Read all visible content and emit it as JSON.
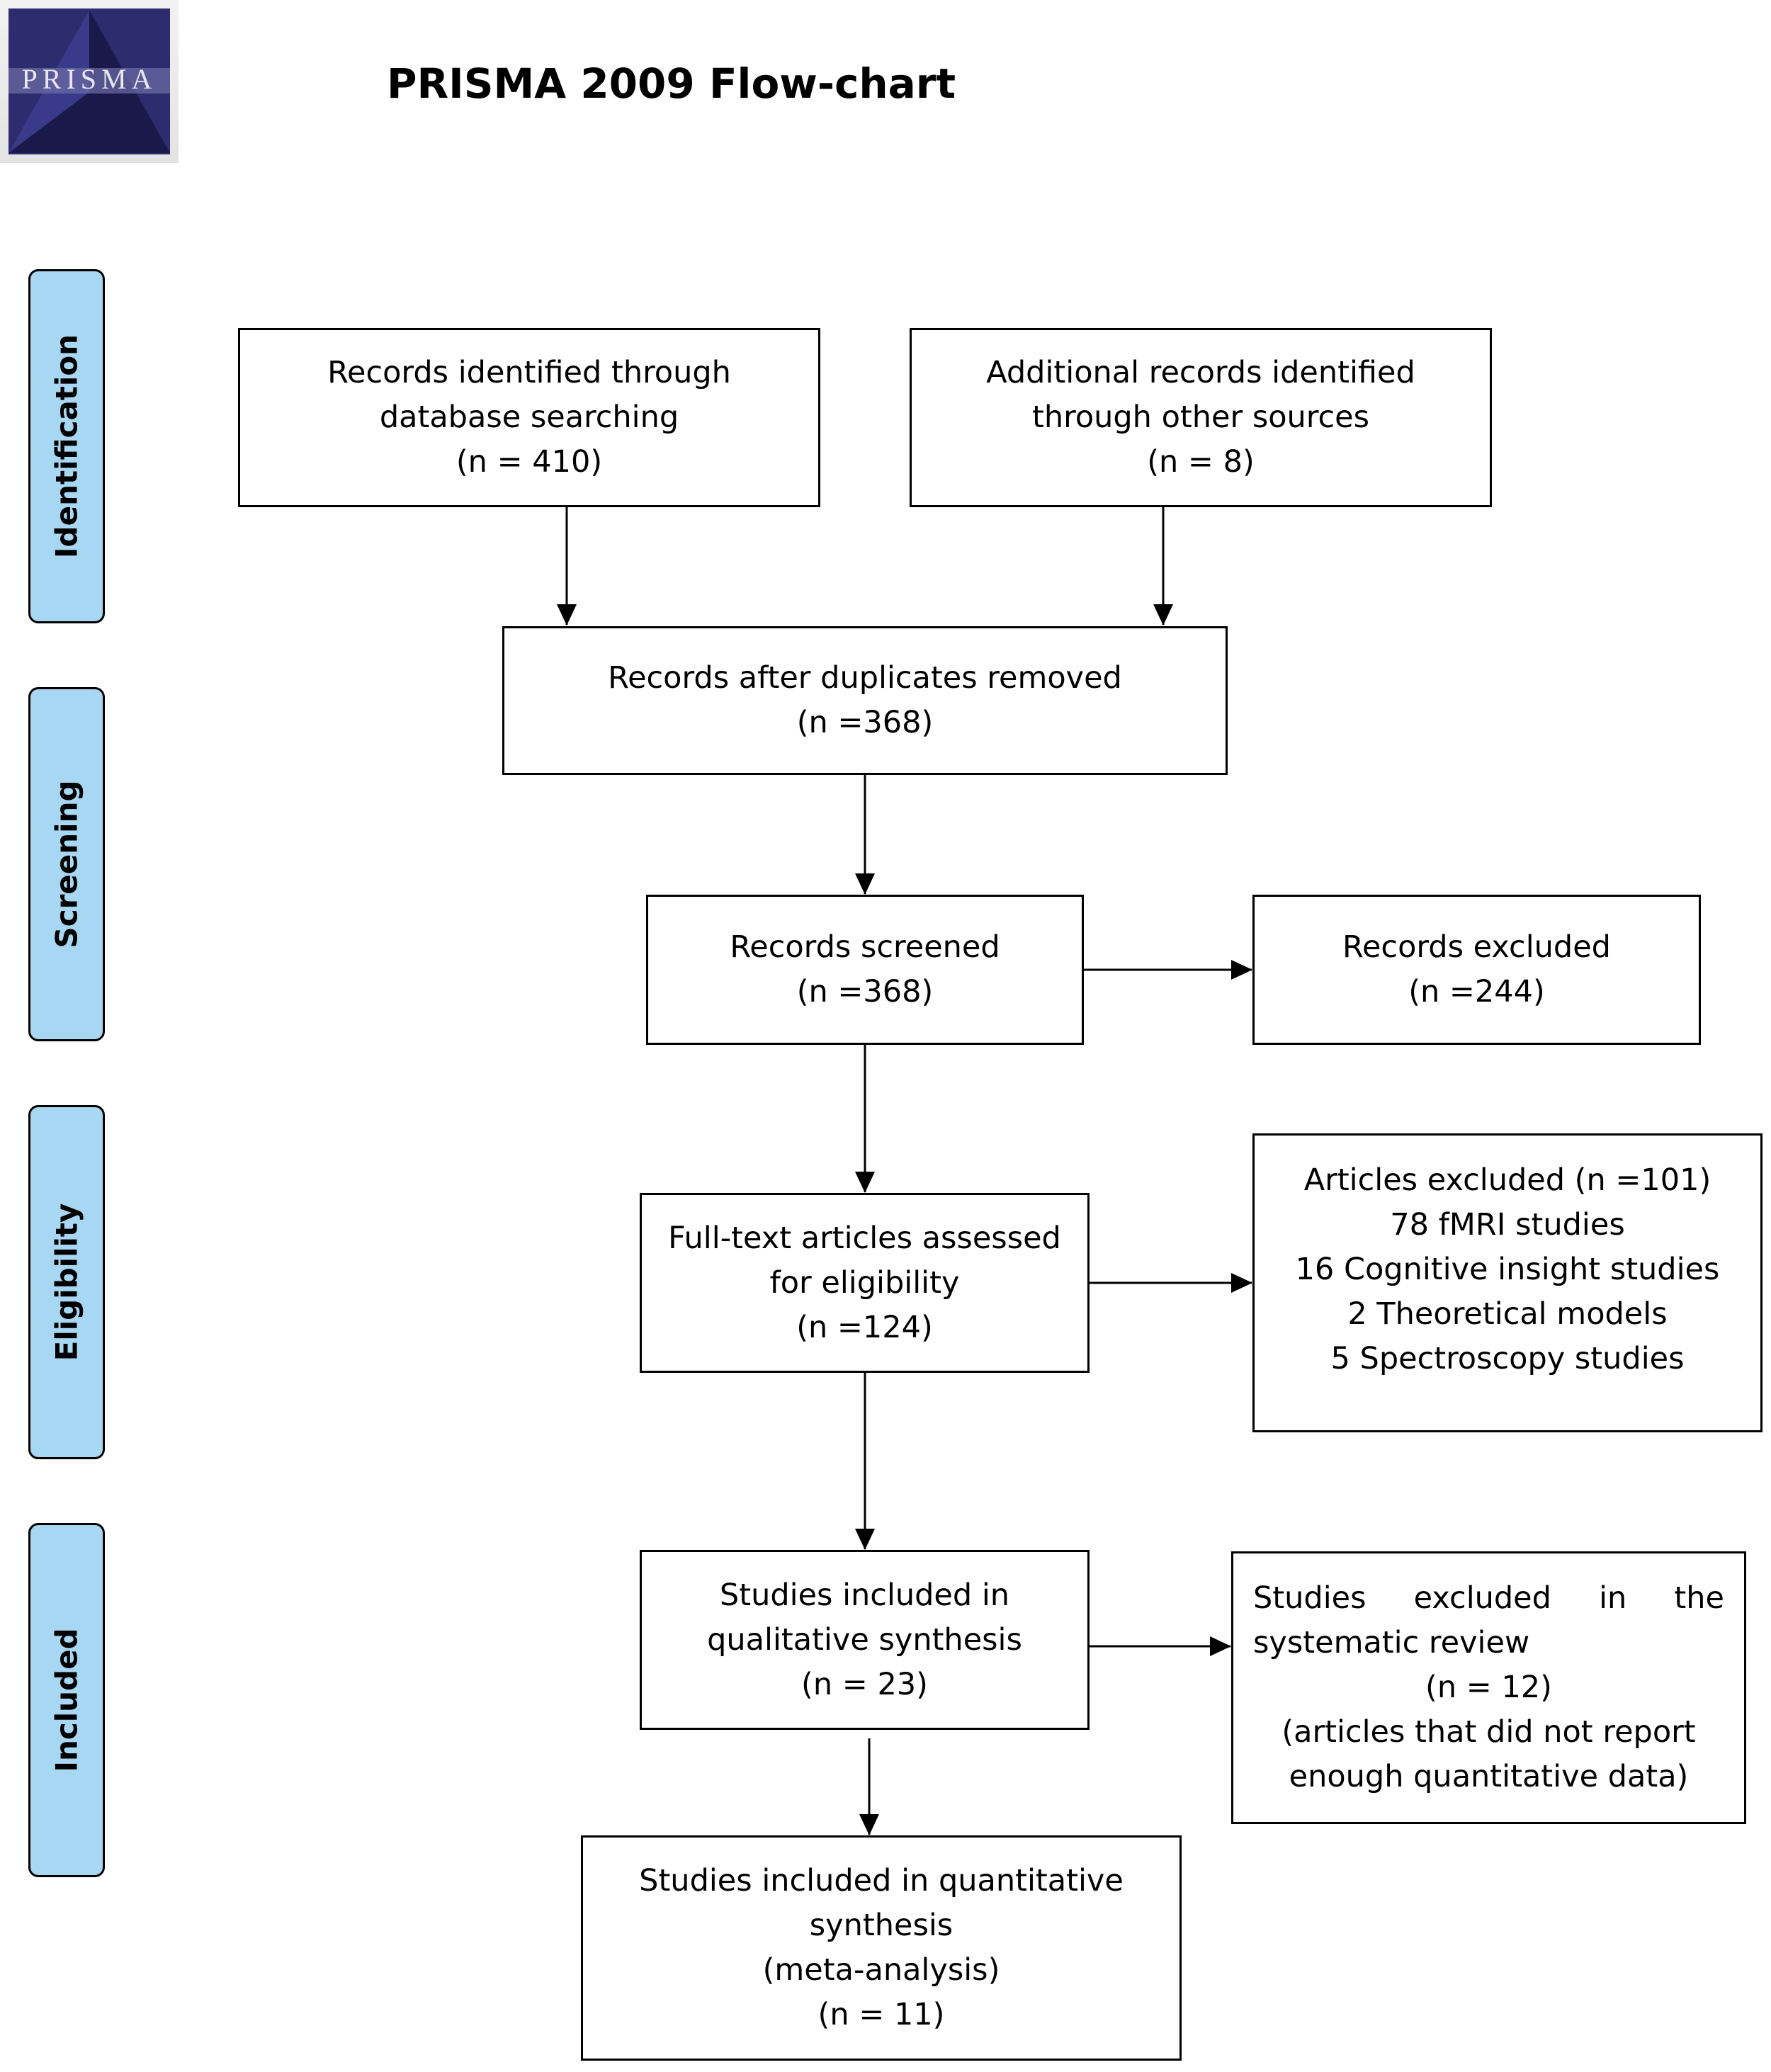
{
  "header": {
    "logo_text": "PRISMA",
    "title": "PRISMA 2009 Flow-chart"
  },
  "stages": {
    "identification": "Identification",
    "screening": "Screening",
    "eligibility": "Eligibility",
    "included": "Included"
  },
  "boxes": {
    "database": {
      "line1": "Records identified through",
      "line2": "database searching",
      "line3": "(n = 410)"
    },
    "other": {
      "line1": "Additional records identified",
      "line2": "through other sources",
      "line3": "(n = 8)"
    },
    "duplicates": {
      "line1": "Records after duplicates removed",
      "line2": "(n =368)"
    },
    "screened": {
      "line1": "Records screened",
      "line2": "(n =368)"
    },
    "excluded": {
      "line1": "Records excluded",
      "line2": "(n =244)"
    },
    "fulltext": {
      "line1": "Full-text articles assessed",
      "line2": "for eligibility",
      "line3": "(n =124)"
    },
    "articles_excluded": {
      "line1": "Articles excluded (n =101)",
      "line2": "78 fMRI studies",
      "line3": "16 Cognitive insight studies",
      "line4": "2 Theoretical models",
      "line5": "5 Spectroscopy studies"
    },
    "qualitative": {
      "line1": "Studies included in",
      "line2": "qualitative synthesis",
      "line3": "(n = 23)"
    },
    "review_excluded": {
      "line1_words": [
        "Studies",
        "excluded",
        "in",
        "the"
      ],
      "line2": "systematic review",
      "line3": "(n = 12)",
      "line4": "(articles that did not report",
      "line5": "enough quantitative data)"
    },
    "quantitative": {
      "line1": "Studies included in quantitative",
      "line2": "synthesis",
      "line3": "(meta-analysis)",
      "line4": "(n = 11)"
    }
  }
}
